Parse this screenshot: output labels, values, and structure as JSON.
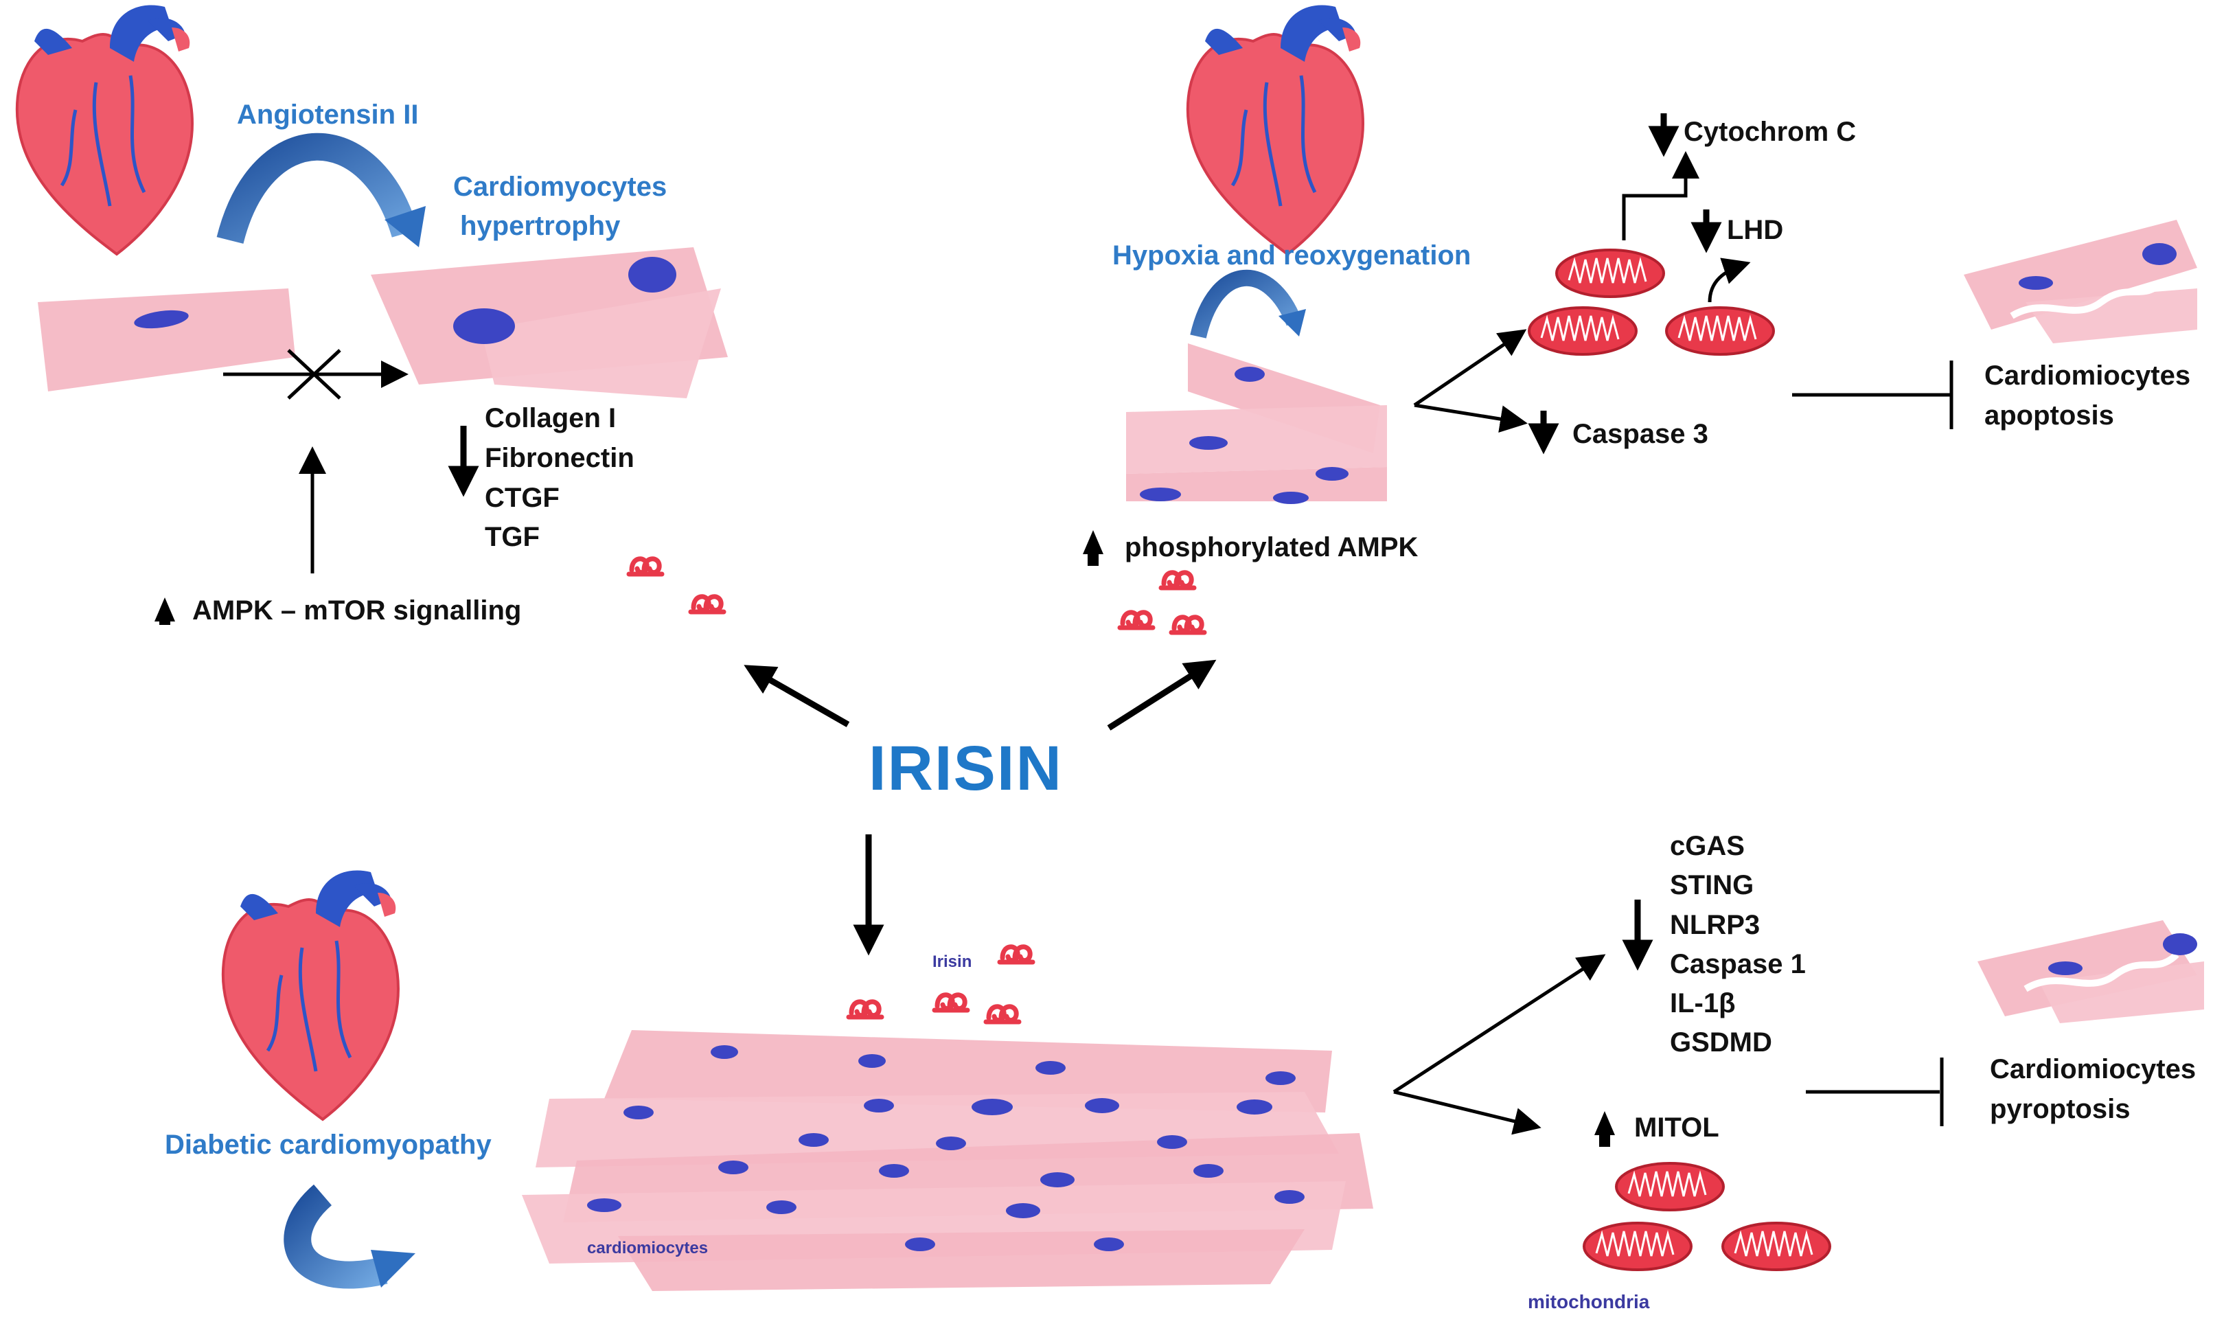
{
  "title": "IRISIN",
  "panel_top_left": {
    "stimulus": "Angiotensin II",
    "outcome_line1": "Cardiomyocytes",
    "outcome_line2": "hypertrophy",
    "markers": [
      "Collagen I",
      "Fibronectin",
      "CTGF",
      "TGF"
    ],
    "signalling": "AMPK – mTOR signalling"
  },
  "panel_top_right": {
    "stimulus": "Hypoxia and reoxygenation",
    "ampk": "phosphorylated AMPK",
    "cytochrome": "Cytochrom C",
    "lhd": "LHD",
    "caspase": "Caspase 3",
    "outcome_line1": "Cardiomiocytes",
    "outcome_line2": "apoptosis"
  },
  "panel_bottom": {
    "condition": "Diabetic cardiomyopathy",
    "irisin_label": "Irisin",
    "cardiomyocytes_label": "cardiomiocytes",
    "mitochondria_label": "mitochondria",
    "markers": [
      "cGAS",
      "STING",
      "NLRP3",
      "Caspase 1",
      "IL-1β",
      "GSDMD"
    ],
    "mitol": "MITOL",
    "outcome_line1": "Cardiomiocytes",
    "outcome_line2": "pyroptosis"
  },
  "icons": [
    "heart-icon",
    "cardiomyocyte-cell-icon",
    "mitochondrion-icon",
    "irisin-molecule-icon",
    "up-arrow-icon",
    "down-arrow-icon",
    "inhibition-bar-icon",
    "curved-arrow-icon"
  ],
  "colors": {
    "label_blue": "#2f7bc8",
    "irisin_blue": "#1f78c8",
    "heart_red": "#e8394a",
    "vessel_blue": "#2d55c8",
    "cell_pink": "#f4b6c2",
    "nucleus_blue": "#3c45c4"
  }
}
